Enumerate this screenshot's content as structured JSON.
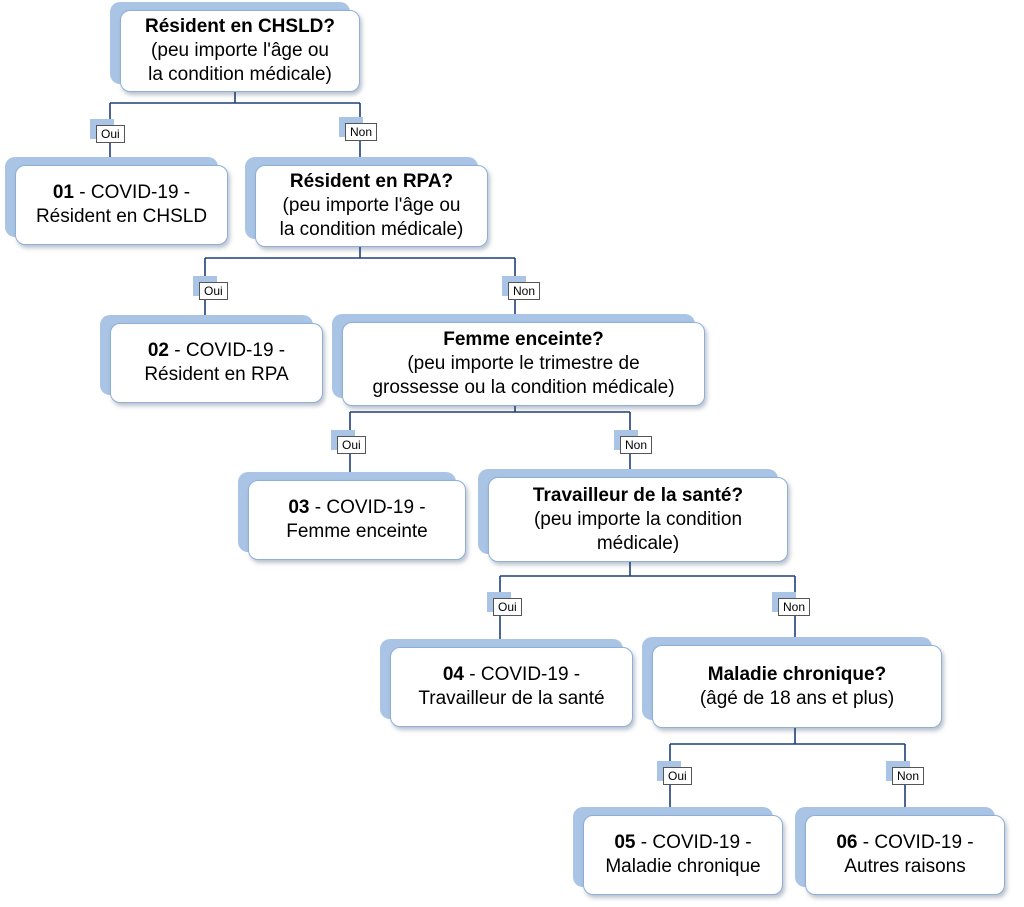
{
  "questions": [
    {
      "title": "Résident en CHSLD?",
      "line1": "(peu importe l'âge ou",
      "line2": "la condition médicale)"
    },
    {
      "title": "Résident en RPA?",
      "line1": "(peu importe l'âge ou",
      "line2": "la condition médicale)"
    },
    {
      "title": "Femme enceinte?",
      "line1": "(peu importe le trimestre de",
      "line2": "grossesse ou la condition médicale)"
    },
    {
      "title": "Travailleur de la santé?",
      "line1": "(peu importe la condition",
      "line2": "médicale)"
    },
    {
      "title": "Maladie chronique?",
      "line1": "(âgé de 18 ans et plus)",
      "line2": ""
    }
  ],
  "results": [
    {
      "code": "01",
      "line1": " - COVID-19 -",
      "line2": "Résident en CHSLD"
    },
    {
      "code": "02",
      "line1": " - COVID-19 -",
      "line2": "Résident en RPA"
    },
    {
      "code": "03",
      "line1": " - COVID-19 -",
      "line2": "Femme enceinte"
    },
    {
      "code": "04",
      "line1": " - COVID-19 -",
      "line2": "Travailleur de la santé"
    },
    {
      "code": "05",
      "line1": " - COVID-19 -",
      "line2": "Maladie chronique"
    },
    {
      "code": "06",
      "line1": " - COVID-19 -",
      "line2": "Autres raisons"
    }
  ],
  "labels": {
    "yes": "Oui",
    "no": "Non"
  },
  "colors": {
    "box_shadow": "#a9c4e4",
    "box_border": "#8eb0d8",
    "connector": "#1f3f78"
  }
}
